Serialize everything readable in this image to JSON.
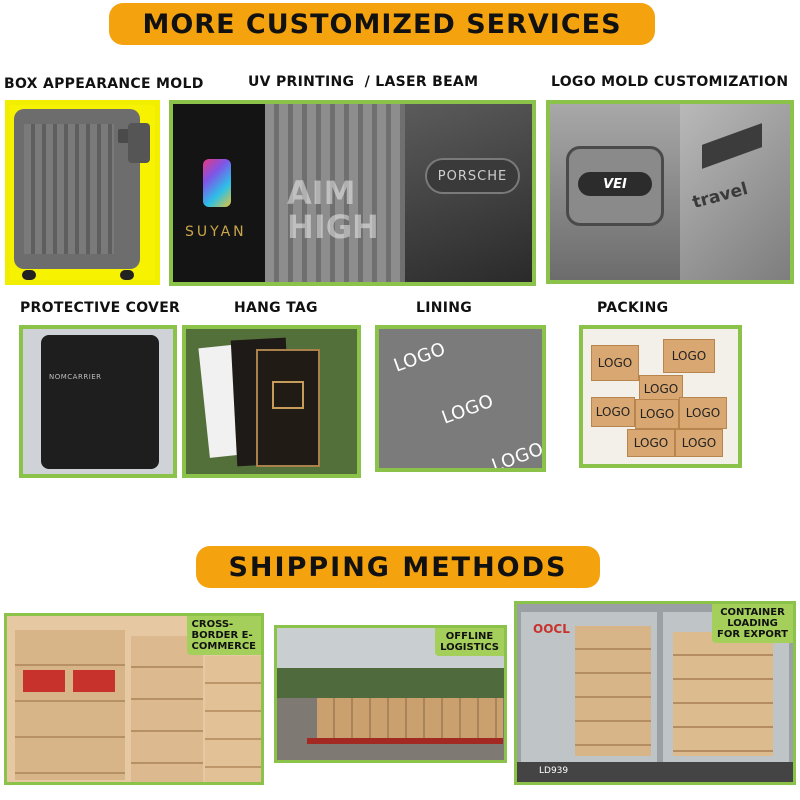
{
  "customized": {
    "title": "MORE CUSTOMIZED SERVICES",
    "items": [
      {
        "label": "BOX APPEARANCE MOLD"
      },
      {
        "label": "UV PRINTING  / LASER BEAM",
        "print_text": "SUYAN",
        "engrave_text": "AIM\nHIGH",
        "brand_plate": "PORSCHE"
      },
      {
        "label": "LOGO MOLD CUSTOMIZATION",
        "mold_logo": "VEI",
        "plate_text": "travel"
      },
      {
        "label": "PROTECTIVE COVER",
        "cover_brand": "NOMCARRIER"
      },
      {
        "label": "HANG TAG"
      },
      {
        "label": "LINING",
        "logo_text": "LOGO"
      },
      {
        "label": "PACKING",
        "logo_text": "LOGO"
      }
    ]
  },
  "shipping": {
    "title": "SHIPPING METHODS",
    "methods": [
      {
        "tag": "CROSS-\nBORDER E-\nCOMMERCE"
      },
      {
        "tag": "OFFLINE\nLOGISTICS"
      },
      {
        "tag": "CONTAINER\nLOADING\nFOR EXPORT",
        "container_brand": "OOCL",
        "plate": "LD939"
      }
    ]
  },
  "colors": {
    "accent_orange": "#f4a20e",
    "frame_green": "#8bc34a",
    "tag_green": "#a5cf5b"
  }
}
